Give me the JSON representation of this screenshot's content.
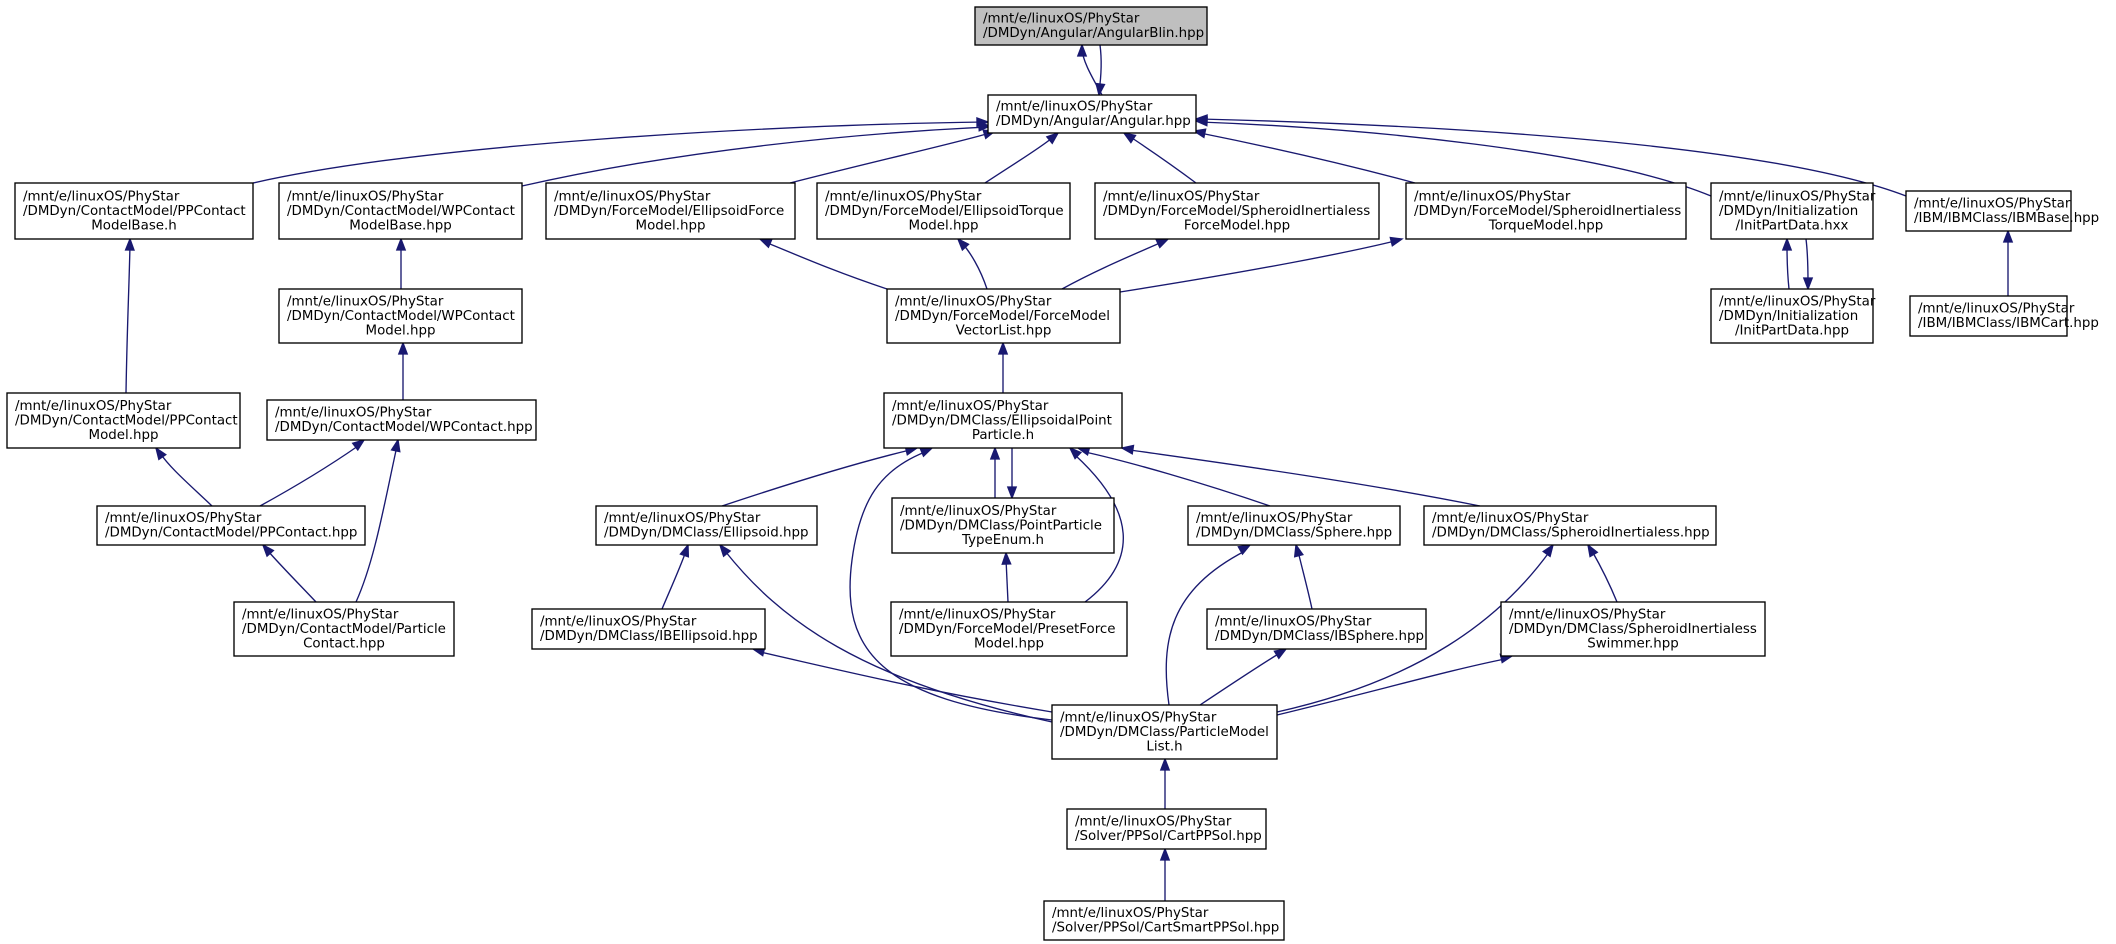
{
  "diagram": {
    "edge_color": "#191970",
    "highlight_fill": "#bfbfbf",
    "nodes": [
      {
        "id": "angularblin",
        "lines": [
          "/mnt/e/linuxOS/PhyStar",
          "/DMDyn/Angular/AngularBlin.hpp"
        ],
        "highlight": true
      },
      {
        "id": "angular",
        "lines": [
          "/mnt/e/linuxOS/PhyStar",
          "/DMDyn/Angular/Angular.hpp"
        ]
      },
      {
        "id": "ppcontactmodelbase",
        "lines": [
          "/mnt/e/linuxOS/PhyStar",
          "/DMDyn/ContactModel/PPContact",
          "ModelBase.h"
        ]
      },
      {
        "id": "wpcontactmodelbase",
        "lines": [
          "/mnt/e/linuxOS/PhyStar",
          "/DMDyn/ContactModel/WPContact",
          "ModelBase.hpp"
        ]
      },
      {
        "id": "ellipsoidforcemodel",
        "lines": [
          "/mnt/e/linuxOS/PhyStar",
          "/DMDyn/ForceModel/EllipsoidForce",
          "Model.hpp"
        ]
      },
      {
        "id": "ellipsoidtorquemodel",
        "lines": [
          "/mnt/e/linuxOS/PhyStar",
          "/DMDyn/ForceModel/EllipsoidTorque",
          "Model.hpp"
        ]
      },
      {
        "id": "spheroidforcemodel",
        "lines": [
          "/mnt/e/linuxOS/PhyStar",
          "/DMDyn/ForceModel/SpheroidInertialess",
          "ForceModel.hpp"
        ]
      },
      {
        "id": "spheroidtorquemodel",
        "lines": [
          "/mnt/e/linuxOS/PhyStar",
          "/DMDyn/ForceModel/SpheroidInertialess",
          "TorqueModel.hpp"
        ]
      },
      {
        "id": "initpartdatahxx",
        "lines": [
          "/mnt/e/linuxOS/PhyStar",
          "/DMDyn/Initialization",
          "/InitPartData.hxx"
        ]
      },
      {
        "id": "ibmbase",
        "lines": [
          "/mnt/e/linuxOS/PhyStar",
          "/IBM/IBMClass/IBMBase.hpp"
        ]
      },
      {
        "id": "wpcontactmodel",
        "lines": [
          "/mnt/e/linuxOS/PhyStar",
          "/DMDyn/ContactModel/WPContact",
          "Model.hpp"
        ]
      },
      {
        "id": "forcemodelvectorlist",
        "lines": [
          "/mnt/e/linuxOS/PhyStar",
          "/DMDyn/ForceModel/ForceModel",
          "VectorList.hpp"
        ]
      },
      {
        "id": "initpartdatahpp",
        "lines": [
          "/mnt/e/linuxOS/PhyStar",
          "/DMDyn/Initialization",
          "/InitPartData.hpp"
        ]
      },
      {
        "id": "ibmcart",
        "lines": [
          "/mnt/e/linuxOS/PhyStar",
          "/IBM/IBMClass/IBMCart.hpp"
        ]
      },
      {
        "id": "ppcontactmodel",
        "lines": [
          "/mnt/e/linuxOS/PhyStar",
          "/DMDyn/ContactModel/PPContact",
          "Model.hpp"
        ]
      },
      {
        "id": "wpcontact",
        "lines": [
          "/mnt/e/linuxOS/PhyStar",
          "/DMDyn/ContactModel/WPContact.hpp"
        ]
      },
      {
        "id": "ellipsoidalpoint",
        "lines": [
          "/mnt/e/linuxOS/PhyStar",
          "/DMDyn/DMClass/EllipsoidalPoint",
          "Particle.h"
        ]
      },
      {
        "id": "ppcontact",
        "lines": [
          "/mnt/e/linuxOS/PhyStar",
          "/DMDyn/ContactModel/PPContact.hpp"
        ]
      },
      {
        "id": "ellipsoid",
        "lines": [
          "/mnt/e/linuxOS/PhyStar",
          "/DMDyn/DMClass/Ellipsoid.hpp"
        ]
      },
      {
        "id": "pointparticletypeenum",
        "lines": [
          "/mnt/e/linuxOS/PhyStar",
          "/DMDyn/DMClass/PointParticle",
          "TypeEnum.h"
        ]
      },
      {
        "id": "sphere",
        "lines": [
          "/mnt/e/linuxOS/PhyStar",
          "/DMDyn/DMClass/Sphere.hpp"
        ]
      },
      {
        "id": "spheroidinertialess",
        "lines": [
          "/mnt/e/linuxOS/PhyStar",
          "/DMDyn/DMClass/SpheroidInertialess.hpp"
        ]
      },
      {
        "id": "particlecontact",
        "lines": [
          "/mnt/e/linuxOS/PhyStar",
          "/DMDyn/ContactModel/Particle",
          "Contact.hpp"
        ]
      },
      {
        "id": "ibellipsoid",
        "lines": [
          "/mnt/e/linuxOS/PhyStar",
          "/DMDyn/DMClass/IBEllipsoid.hpp"
        ]
      },
      {
        "id": "presetforcemodel",
        "lines": [
          "/mnt/e/linuxOS/PhyStar",
          "/DMDyn/ForceModel/PresetForce",
          "Model.hpp"
        ]
      },
      {
        "id": "ibsphere",
        "lines": [
          "/mnt/e/linuxOS/PhyStar",
          "/DMDyn/DMClass/IBSphere.hpp"
        ]
      },
      {
        "id": "spheroidswimmer",
        "lines": [
          "/mnt/e/linuxOS/PhyStar",
          "/DMDyn/DMClass/SpheroidInertialess",
          "Swimmer.hpp"
        ]
      },
      {
        "id": "particlemodellist",
        "lines": [
          "/mnt/e/linuxOS/PhyStar",
          "/DMDyn/DMClass/ParticleModel",
          "List.h"
        ]
      },
      {
        "id": "cartppsol",
        "lines": [
          "/mnt/e/linuxOS/PhyStar",
          "/Solver/PPSol/CartPPSol.hpp"
        ]
      },
      {
        "id": "cartsmartppsol",
        "lines": [
          "/mnt/e/linuxOS/PhyStar",
          "/Solver/PPSol/CartSmartPPSol.hpp"
        ]
      }
    ]
  }
}
